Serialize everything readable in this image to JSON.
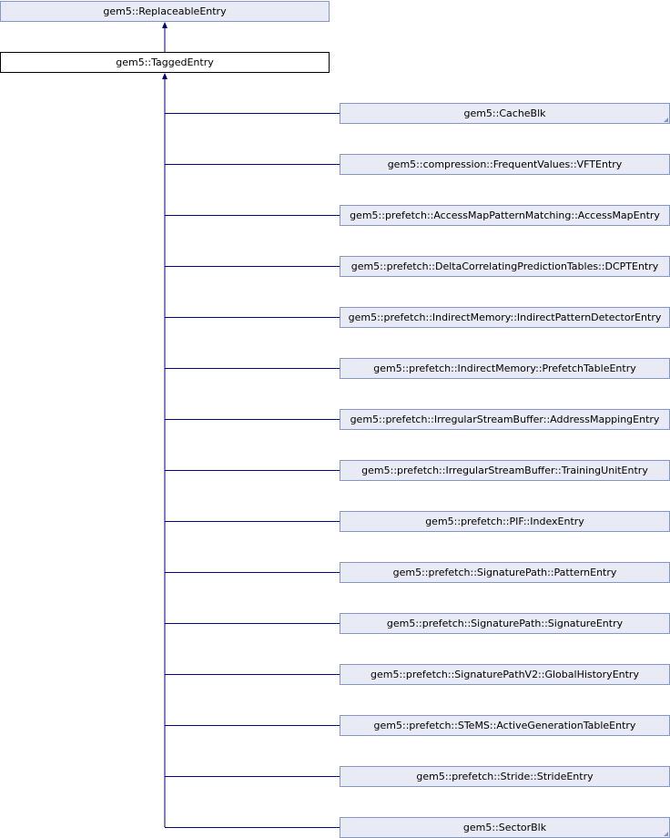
{
  "diagram": {
    "base": {
      "label": "gem5::ReplaceableEntry"
    },
    "current": {
      "label": "gem5::TaggedEntry"
    },
    "children": [
      {
        "label": "gem5::CacheBlk",
        "has_more": true
      },
      {
        "label": "gem5::compression::FrequentValues::VFTEntry",
        "has_more": false
      },
      {
        "label": "gem5::prefetch::AccessMapPatternMatching::AccessMapEntry",
        "has_more": false
      },
      {
        "label": "gem5::prefetch::DeltaCorrelatingPredictionTables::DCPTEntry",
        "has_more": false
      },
      {
        "label": "gem5::prefetch::IndirectMemory::IndirectPatternDetectorEntry",
        "has_more": false
      },
      {
        "label": "gem5::prefetch::IndirectMemory::PrefetchTableEntry",
        "has_more": false
      },
      {
        "label": "gem5::prefetch::IrregularStreamBuffer::AddressMappingEntry",
        "has_more": false
      },
      {
        "label": "gem5::prefetch::IrregularStreamBuffer::TrainingUnitEntry",
        "has_more": false
      },
      {
        "label": "gem5::prefetch::PIF::IndexEntry",
        "has_more": false
      },
      {
        "label": "gem5::prefetch::SignaturePath::PatternEntry",
        "has_more": false
      },
      {
        "label": "gem5::prefetch::SignaturePath::SignatureEntry",
        "has_more": false
      },
      {
        "label": "gem5::prefetch::SignaturePathV2::GlobalHistoryEntry",
        "has_more": false
      },
      {
        "label": "gem5::prefetch::STeMS::ActiveGenerationTableEntry",
        "has_more": false
      },
      {
        "label": "gem5::prefetch::Stride::StrideEntry",
        "has_more": false
      },
      {
        "label": "gem5::SectorBlk",
        "has_more": true
      }
    ],
    "colors": {
      "edge": "#000080",
      "node_fill": "#e8ebf5",
      "node_border": "#8498c6"
    }
  }
}
